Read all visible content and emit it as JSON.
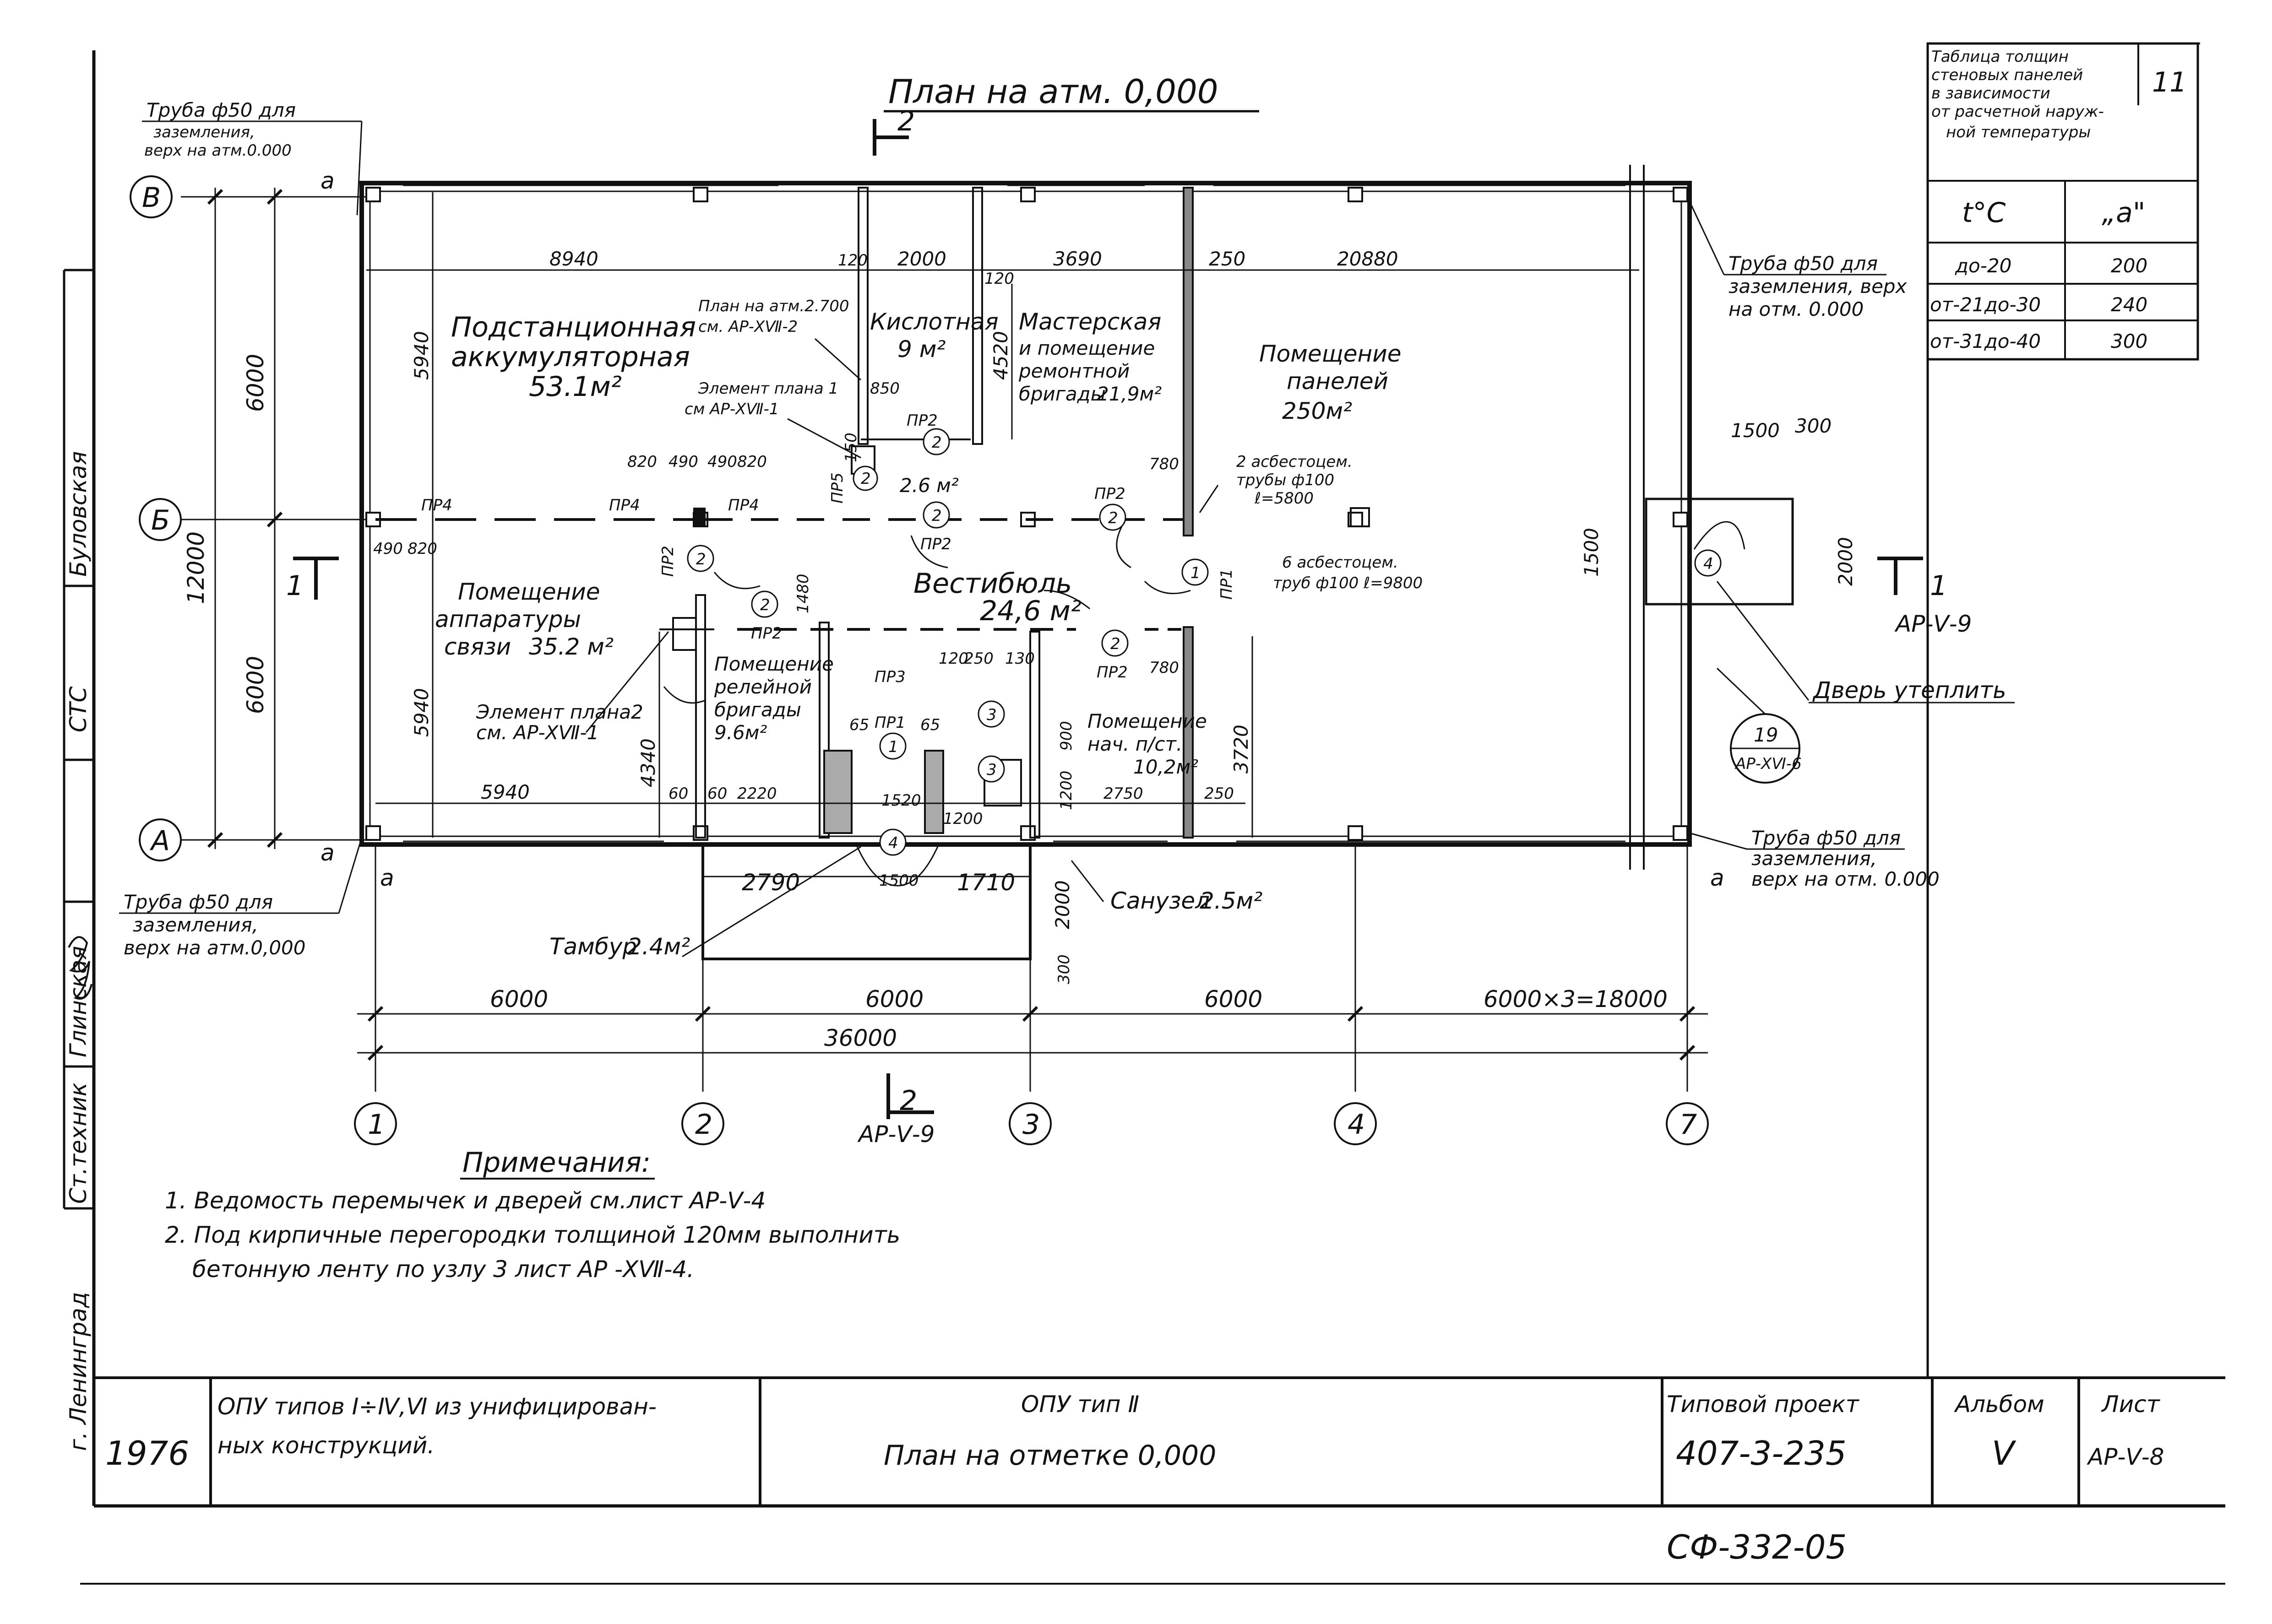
{
  "drawing": {
    "title": "План на атм. 0,000",
    "section_top": "2",
    "section_bottom": "2",
    "section_bottom_ref": "АР-Ⅴ-9",
    "section_right": "1",
    "section_right_ref": "АР-Ⅴ-9",
    "section_left": "1"
  },
  "pipe_notes": {
    "top_left": [
      "Труба ф50 для",
      "заземления,",
      "верх на атм.0.000"
    ],
    "bottom_left": [
      "Труба ф50 для",
      "заземления,",
      "верх на атм.0,000"
    ],
    "top_right": [
      "Труба ф50 для",
      "заземления, верх",
      "на отм. 0.000"
    ],
    "bottom_right": [
      "Труба ф50 для",
      "заземления,",
      "верх на отм. 0.000"
    ]
  },
  "axes_letters": [
    "В",
    "Б",
    "А"
  ],
  "axes_numbers": [
    "1",
    "2",
    "3",
    "4",
    "7"
  ],
  "rooms": [
    {
      "name": [
        "Подстанционная",
        "аккумуляторная"
      ],
      "area": "53.1м²"
    },
    {
      "name": [
        "Кислотная"
      ],
      "area": "9 м²"
    },
    {
      "name": [
        "Мастерская",
        "и помещение",
        "ремонтной",
        "бригады"
      ],
      "area": "21,9м²"
    },
    {
      "name": [
        "Помещение",
        "панелей"
      ],
      "area": "250м²"
    },
    {
      "name": [
        "Помещение",
        "аппаратуры",
        "связи"
      ],
      "area": "35.2 м²"
    },
    {
      "name": [
        "Вестибюль"
      ],
      "area": "24,6 м²"
    },
    {
      "name": [
        "Помещение",
        "релейной",
        "бригады"
      ],
      "area": "9.6м²"
    },
    {
      "name": [
        "Помещение",
        "нач. п/ст."
      ],
      "area": "10,2м²"
    },
    {
      "name": [
        "Санузел"
      ],
      "area": "2.5м²"
    },
    {
      "name": [
        "Тамбур"
      ],
      "area": "2.4м²"
    }
  ],
  "dimensions": {
    "top": [
      "8940",
      "120",
      "2000",
      "3690",
      "250",
      "20880",
      "120"
    ],
    "left_vertical": [
      "6000",
      "12000",
      "6000"
    ],
    "inner_vertical": [
      "5940",
      "5940",
      "4340",
      "4520",
      "3720",
      "1480"
    ],
    "bottom_row": [
      "5940",
      "60",
      "60",
      "2220",
      "2750",
      "250"
    ],
    "tambour": [
      "2790",
      "1500",
      "1710",
      "2000",
      "300"
    ],
    "grid_bottom": [
      "6000",
      "6000",
      "6000",
      "6000×3=18000"
    ],
    "overall": "36000",
    "small": [
      "820",
      "490",
      "490",
      "820",
      "490",
      "820",
      "850",
      "780",
      "780",
      "1500",
      "300",
      "1500",
      "2000",
      "1520",
      "1200",
      "1200",
      "900",
      "65",
      "65",
      "120",
      "250",
      "130",
      "150",
      "2.6 м²"
    ]
  },
  "door_marks": [
    "ПР4",
    "ПР4",
    "ПР4",
    "ПР2",
    "ПР5",
    "ПР2",
    "ПР2",
    "ПР2",
    "ПР2",
    "ПР1",
    "ПР1",
    "ПР3",
    "ПР2"
  ],
  "door_circles": [
    "2",
    "2",
    "2",
    "2",
    "2",
    "2",
    "1",
    "1",
    "3",
    "3",
    "4",
    "4",
    "2"
  ],
  "callouts": {
    "plan_2700": [
      "План на атм.2.700",
      "см. АР-ⅩⅦ-2"
    ],
    "element_1": [
      "Элемент плана 1",
      "см АР-ⅩⅦ-1"
    ],
    "element_2": [
      "Элемент плана2",
      "см. АР-ⅩⅦ-1"
    ],
    "pipes_2": [
      "2 асбестоцем.",
      "трубы ф100",
      "ℓ=5800"
    ],
    "pipes_6": [
      "6 асбестоцем.",
      "труб ф100 ℓ=9800"
    ],
    "door_insulate": "Дверь утеплить",
    "node_ref_top": "19",
    "node_ref_bottom": "АР-ⅩⅥ-6",
    "a_mark": "а"
  },
  "wall_table": {
    "title": [
      "Таблица толщин",
      "стеновых панелей",
      "в зависимости",
      "от расчетной наруж-",
      "ной температуры"
    ],
    "sheet_no": "11",
    "headers": [
      "t°C",
      "„а\""
    ],
    "rows": [
      [
        "до-20",
        "200"
      ],
      [
        "от-21до-30",
        "240"
      ],
      [
        "от-31до-40",
        "300"
      ]
    ]
  },
  "notes": {
    "title": "Примечания:",
    "items": [
      "1. Ведомость перемычек и дверей см.лист АР-Ⅴ-4",
      "2. Под кирпичные перегородки толщиной 120мм выполнить",
      "бетонную ленту по узлу 3 лист АР -ⅩⅦ-4."
    ]
  },
  "side_stamp": [
    "Ст.техник",
    "Глинская",
    "",
    "СТС",
    "Буловская"
  ],
  "city": "г. Ленинград",
  "title_block": {
    "year": "1976",
    "project_desc": [
      "ОПУ типов Ⅰ÷Ⅳ,Ⅵ из унифицирован-",
      "ных конструкций."
    ],
    "type": "ОПУ тип Ⅱ",
    "sheet_title": "План на отметке 0,000",
    "typical_label": "Типовой проект",
    "typical_value": "407-3-235",
    "album_label": "Альбом",
    "album_value": "Ⅴ",
    "sheet_label": "Лист",
    "sheet_value": "АР-Ⅴ-8"
  },
  "archive_code": "СФ-332-05"
}
